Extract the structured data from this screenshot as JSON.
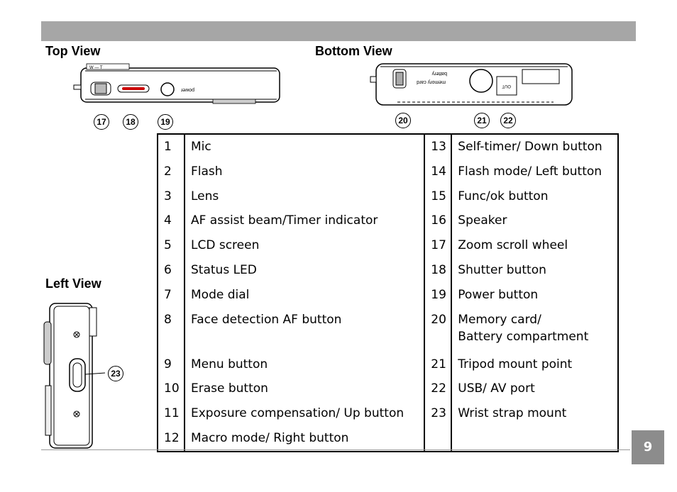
{
  "sections": {
    "top_view": "Top View",
    "bottom_view": "Bottom View",
    "left_view": "Left View"
  },
  "camera_labels": {
    "zoom": "W — T",
    "power": "power",
    "memory_card": "memory card",
    "battery": "battery",
    "out": "OUT"
  },
  "callouts": {
    "c17": "17",
    "c18": "18",
    "c19": "19",
    "c20": "20",
    "c21": "21",
    "c22": "22",
    "c23": "23"
  },
  "parts": [
    {
      "num": "1",
      "label": "Mic"
    },
    {
      "num": "2",
      "label": "Flash"
    },
    {
      "num": "3",
      "label": "Lens"
    },
    {
      "num": "4",
      "label": "AF assist beam/Timer indicator"
    },
    {
      "num": "5",
      "label": "LCD screen"
    },
    {
      "num": "6",
      "label": "Status LED"
    },
    {
      "num": "7",
      "label": "Mode dial"
    },
    {
      "num": "8",
      "label": "Face detection AF button"
    },
    {
      "num": "9",
      "label": "Menu button"
    },
    {
      "num": "10",
      "label": "Erase button"
    },
    {
      "num": "11",
      "label": "Exposure compensation/ Up button"
    },
    {
      "num": "12",
      "label": "Macro mode/ Right button"
    },
    {
      "num": "13",
      "label": "Self-timer/ Down button"
    },
    {
      "num": "14",
      "label": "Flash mode/ Left button"
    },
    {
      "num": "15",
      "label": "Func/ok button"
    },
    {
      "num": "16",
      "label": "Speaker"
    },
    {
      "num": "17",
      "label": "Zoom scroll wheel"
    },
    {
      "num": "18",
      "label": "Shutter button"
    },
    {
      "num": "19",
      "label": "Power button"
    },
    {
      "num": "20",
      "label": "Memory card/",
      "label2": "Battery compartment"
    },
    {
      "num": "21",
      "label": "Tripod mount point"
    },
    {
      "num": "22",
      "label": "USB/ AV port"
    },
    {
      "num": "23",
      "label": "Wrist strap mount"
    }
  ],
  "page_number": "9"
}
